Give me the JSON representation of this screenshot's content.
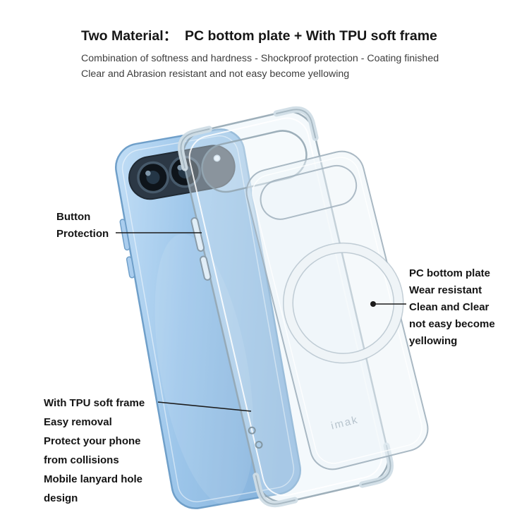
{
  "header": {
    "title": "Two Material：  PC bottom plate + With TPU soft frame",
    "subtitle_lines": [
      "Combination of softness and hardness - Shockproof protection - Coating finished",
      "Clear and Abrasion resistant and not easy become yellowing"
    ]
  },
  "annotations": {
    "button_protection": {
      "lines": [
        "Button",
        "Protection"
      ]
    },
    "pc_bottom_plate": {
      "lines": [
        "PC bottom plate",
        "Wear resistant",
        "Clean and Clear",
        "not easy become",
        "yellowing"
      ]
    },
    "tpu_soft_frame": {
      "lines": [
        "With TPU soft frame",
        "Easy removal",
        "Protect your phone",
        "from collisions",
        "Mobile lanyard hole",
        "design"
      ]
    }
  },
  "product": {
    "brand_mark": "imak",
    "colors": {
      "phone_blue": "#9cc4e8",
      "case_outline": "#96a8b4",
      "ring_white": "#eff4f7",
      "visor_dark": "#2c3845"
    }
  }
}
